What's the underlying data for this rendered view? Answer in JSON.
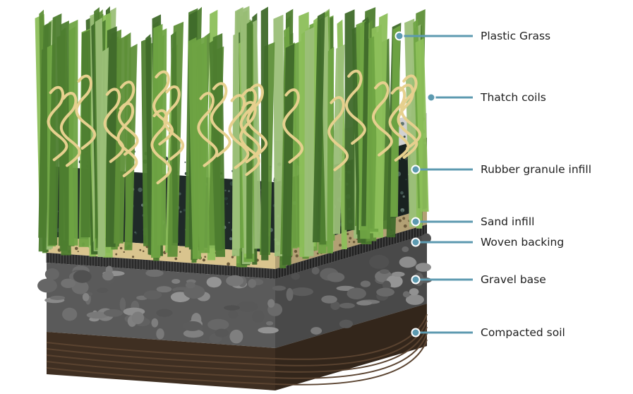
{
  "colors": {
    "leader": "#5d9ab0",
    "grass_dark": "#3f6a2a",
    "grass_mid": "#5e8f38",
    "grass_light": "#8cbf5a",
    "coil": "#e6d08e",
    "rubber": "#1f2a28",
    "sand": "#d9c48e",
    "backing": "#2a2a2a",
    "gravel": "#5a5a5a",
    "soil": "#3f2f22"
  },
  "labels": [
    {
      "id": "plastic-grass",
      "text": "Plastic Grass"
    },
    {
      "id": "thatch-coils",
      "text": "Thatch coils"
    },
    {
      "id": "rubber-granule-infill",
      "text": "Rubber granule infill"
    },
    {
      "id": "sand-infill",
      "text": "Sand infill"
    },
    {
      "id": "woven-backing",
      "text": "Woven backing"
    },
    {
      "id": "gravel-base",
      "text": "Gravel base"
    },
    {
      "id": "compacted-soil",
      "text": "Compacted soil"
    }
  ]
}
